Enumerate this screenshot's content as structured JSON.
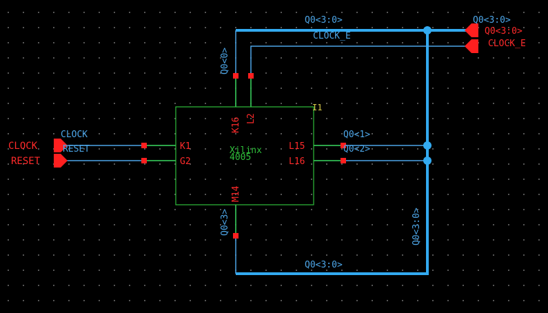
{
  "component": {
    "instance": "I1",
    "name_line1": "Xilinx",
    "name_line2": "4005",
    "pins": {
      "k16": "K16",
      "l2": "L2",
      "k1": "K1",
      "g2": "G2",
      "l15": "L15",
      "l16": "L16",
      "m14": "M14"
    }
  },
  "ports": {
    "clock_in": "CLOCK",
    "reset_in": "RESET",
    "q0_out": "Q0<3:0>",
    "clock_e_out": "CLOCK_E"
  },
  "nets": {
    "q0_bus_top": "Q0<3:0>",
    "q0_bus_topright": "Q0<3:0>",
    "clock_e": "CLOCK_E",
    "q0_0": "Q0<0>",
    "clock": "CLOCK",
    "reset": "RESET",
    "q0_1": "Q0<1>",
    "q0_2": "Q0<2>",
    "q0_3": "Q0<3>",
    "q0_bus_right": "Q0<3:0>",
    "q0_bus_bottom": "Q0<3:0>"
  },
  "colors": {
    "wire": "#4da6e8",
    "bus": "#33aaf0",
    "component": "#2fbf3b",
    "pin": "#ff2a2a",
    "instance": "#d8c94a"
  }
}
